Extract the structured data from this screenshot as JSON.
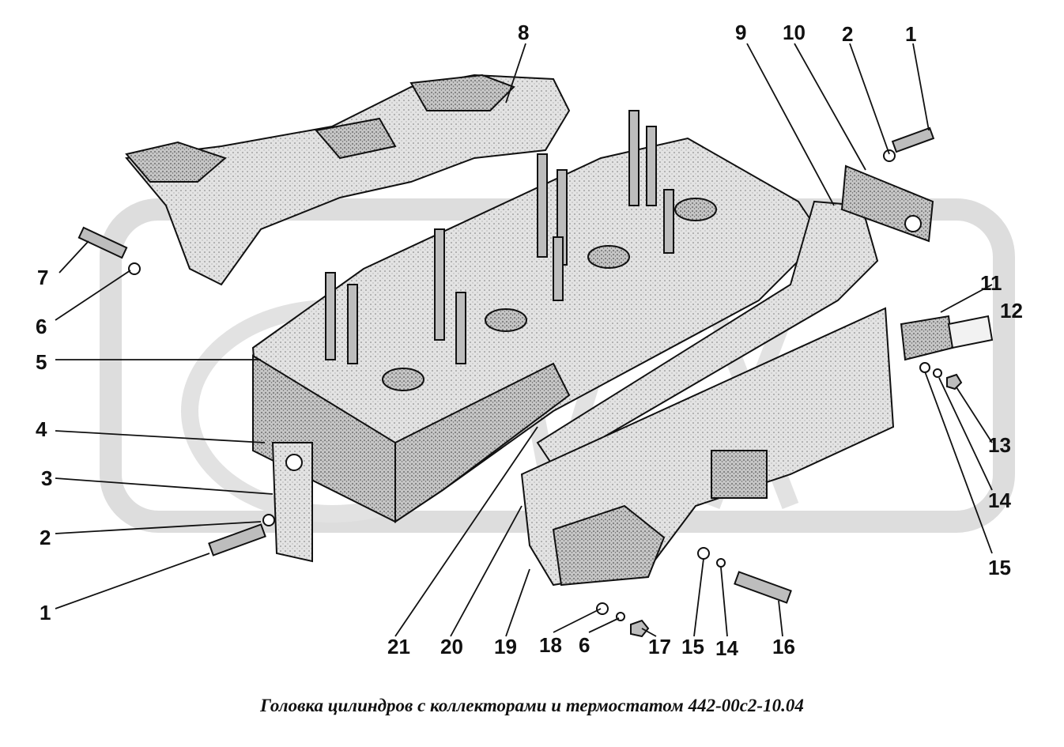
{
  "caption": "Головка цилиндров с коллекторами и термостатом 442-00с2-10.04",
  "callouts": [
    "8",
    "9",
    "10",
    "2",
    "1",
    "7",
    "6",
    "5",
    "4",
    "3",
    "2",
    "1",
    "11",
    "12",
    "13",
    "14",
    "15",
    "21",
    "20",
    "19",
    "18",
    "6",
    "17",
    "15",
    "14",
    "16"
  ],
  "colors": {
    "ink": "#111111",
    "metal": "#d9d9d9",
    "metal_dark": "#8a8a8a",
    "watermark": "#dcdcdc",
    "background": "#ffffff"
  }
}
